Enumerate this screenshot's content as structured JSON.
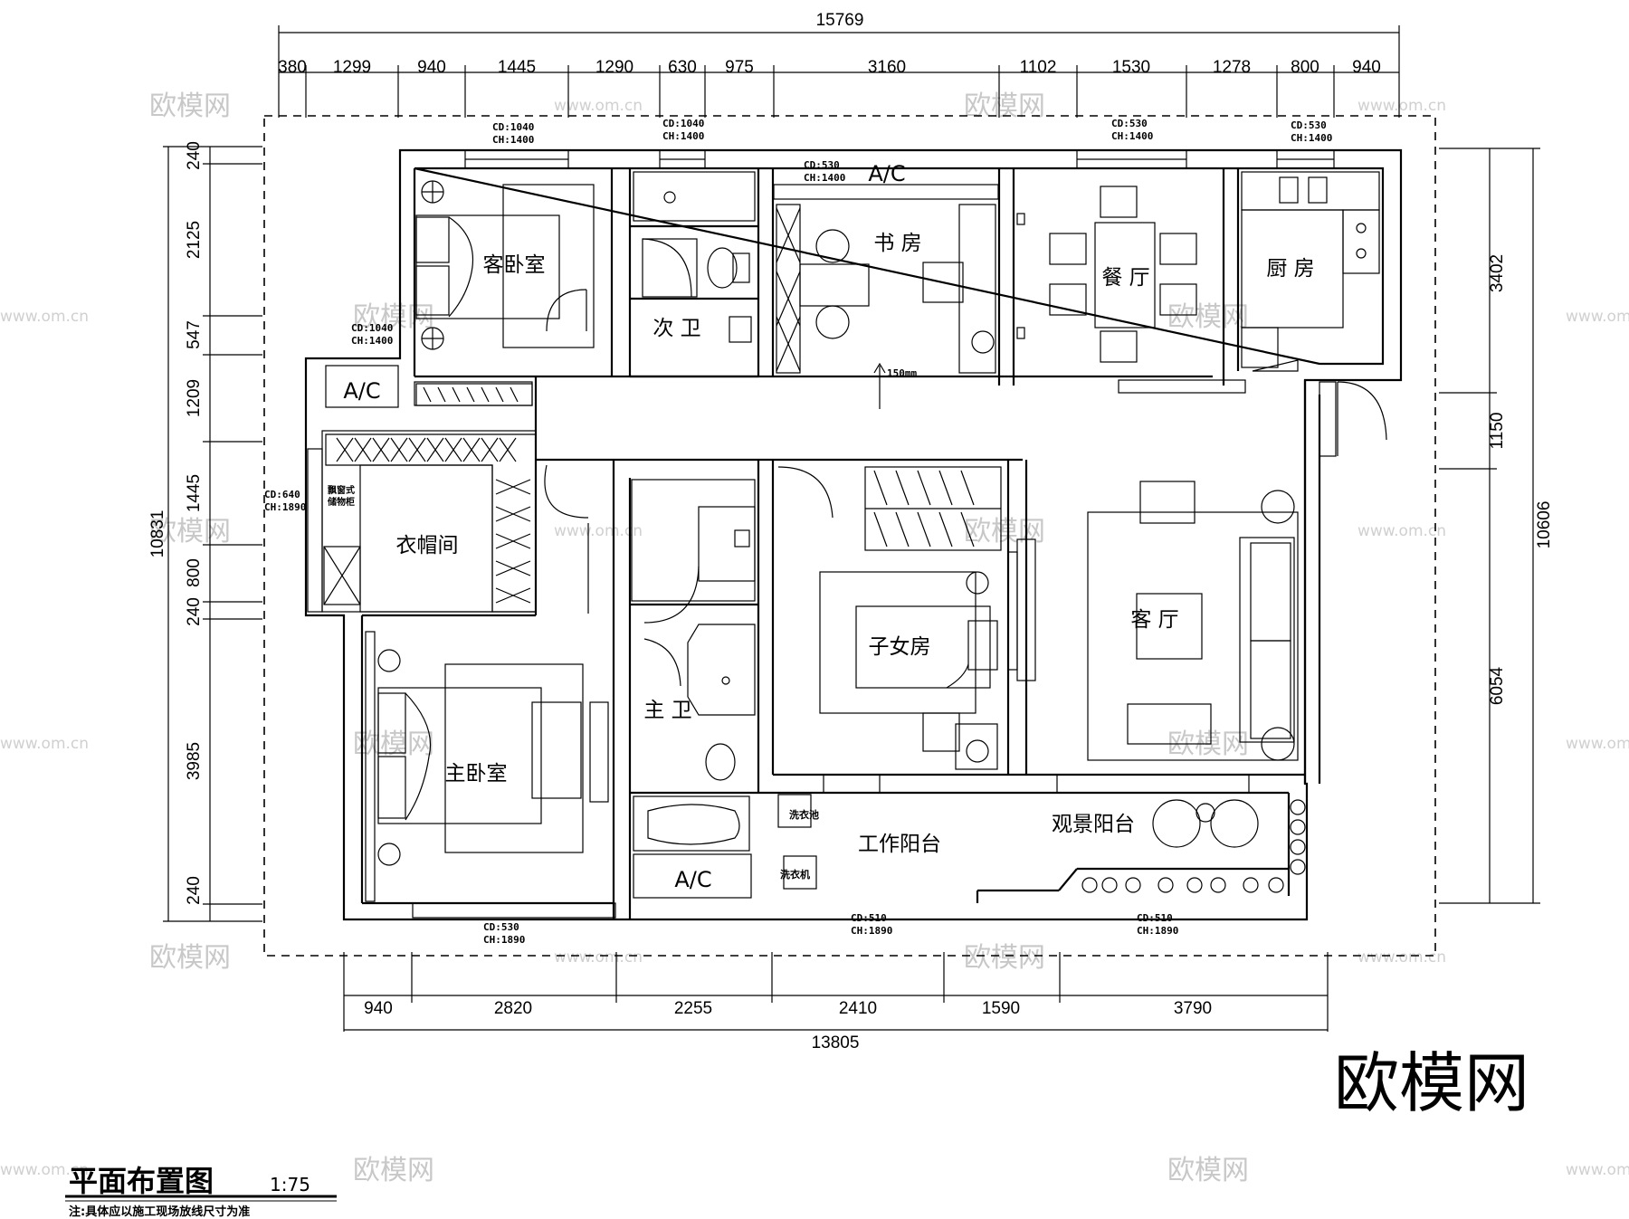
{
  "drawing": {
    "title": "平面布置图",
    "scale": "1:75",
    "note": "注:具体应以施工现场放线尺寸为准"
  },
  "brand_mark": "欧模网",
  "watermarks": [
    "欧模网",
    "www.om.cn"
  ],
  "dimensions": {
    "top_total": "15769",
    "top_segments": [
      "380",
      "1299",
      "940",
      "1445",
      "1290",
      "630",
      "975",
      "3160",
      "1102",
      "1530",
      "1278",
      "800",
      "940"
    ],
    "bottom_total": "13805",
    "bottom_segments": [
      "940",
      "2820",
      "2255",
      "2410",
      "1590",
      "3790"
    ],
    "left_total": "10831",
    "left_segments": [
      "240",
      "2125",
      "547",
      "1209",
      "1445",
      "800",
      "240",
      "3985",
      "240"
    ],
    "right_total": "10606",
    "right_segments": [
      "3402",
      "1150",
      "6054"
    ]
  },
  "rooms": {
    "guest_bedroom": "客卧室",
    "second_bath": "次 卫",
    "study": "书 房",
    "dining": "餐 厅",
    "kitchen": "厨 房",
    "cloakroom": "衣帽间",
    "bay_cabinet": "飘窗式储物柜",
    "master_bedroom": "主卧室",
    "master_bath": "主 卫",
    "kids_room": "子女房",
    "living_room": "客 厅",
    "work_balcony": "工作阳台",
    "view_balcony": "观景阳台",
    "wash_basin": "洗衣池",
    "washer": "洗衣机",
    "ac": "A/C",
    "step": "150mm"
  },
  "window_tags": [
    {
      "cd": "CD:1040",
      "ch": "CH:1400"
    },
    {
      "cd": "CD:1040",
      "ch": "CH:1400"
    },
    {
      "cd": "CD:530",
      "ch": "CH:1400"
    },
    {
      "cd": "CD:530",
      "ch": "CH:1400"
    },
    {
      "cd": "CD:530",
      "ch": "CH:1400"
    },
    {
      "cd": "CD:1040",
      "ch": "CH:1400"
    },
    {
      "cd": "CD:640",
      "ch": "CH:1890"
    },
    {
      "cd": "CD:530",
      "ch": "CH:1890"
    },
    {
      "cd": "CD:510",
      "ch": "CH:1890"
    },
    {
      "cd": "CD:510",
      "ch": "CH:1890"
    }
  ]
}
